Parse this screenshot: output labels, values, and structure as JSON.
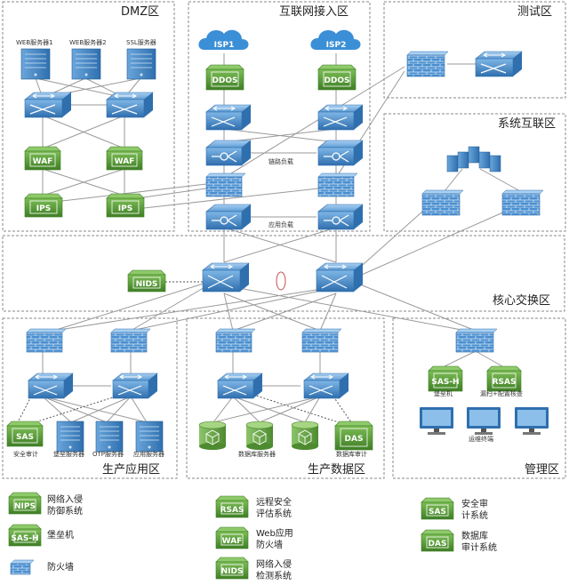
{
  "zones": {
    "dmz": "DMZ区",
    "internet": "互联网接入区",
    "test": "测试区",
    "interconnect": "系统互联区",
    "core": "核心交换区",
    "app": "生产应用区",
    "data": "生产数据区",
    "mgmt": "管理区"
  },
  "dmz": {
    "servers": [
      "WEB服务器1",
      "WEB服务器2",
      "SSL服务器"
    ],
    "waf": "WAF",
    "ips": "IPS"
  },
  "internet": {
    "isp1": "ISP1",
    "isp2": "ISP2",
    "ddos": "DDOS",
    "link_lb": "链路负载",
    "app_lb": "应用负载"
  },
  "core": {
    "nids": "NIDS"
  },
  "app": {
    "sas": "SAS",
    "labels": [
      "安全审计",
      "堡垒服务器",
      "OTP服务器",
      "应用服务器"
    ]
  },
  "data": {
    "das": "DAS",
    "db_label": "数据库服务器",
    "das_label": "数据库审计"
  },
  "mgmt": {
    "sash": "SAS-H",
    "rsas": "RSAS",
    "sash_label": "堡垒机",
    "rsas_label": "漏扫+配置核查",
    "ops_label": "运维终端"
  },
  "legend": {
    "nips": {
      "badge": "NIPS",
      "text": [
        "网络入侵",
        "防御系统"
      ]
    },
    "sash": {
      "badge": "SAS-H",
      "text": [
        "堡垒机"
      ]
    },
    "fw": {
      "text": [
        "防火墙"
      ]
    },
    "rsas": {
      "badge": "RSAS",
      "text": [
        "远程安全",
        "评估系统"
      ]
    },
    "waf": {
      "badge": "WAF",
      "text": [
        "Web应用",
        "防火墙"
      ]
    },
    "nids": {
      "badge": "NIDS",
      "text": [
        "网络入侵",
        "检测系统"
      ]
    },
    "sas": {
      "badge": "SAS",
      "text": [
        "安全审",
        "计系统"
      ]
    },
    "das": {
      "badge": "DAS",
      "text": [
        "数据库",
        "审计系统"
      ]
    }
  },
  "colors": {
    "device_green": "#5c9e3a",
    "network_blue": "#3f86c6",
    "cloud_blue": "#3b8fd6",
    "zone_border": "#8a8a8a"
  }
}
